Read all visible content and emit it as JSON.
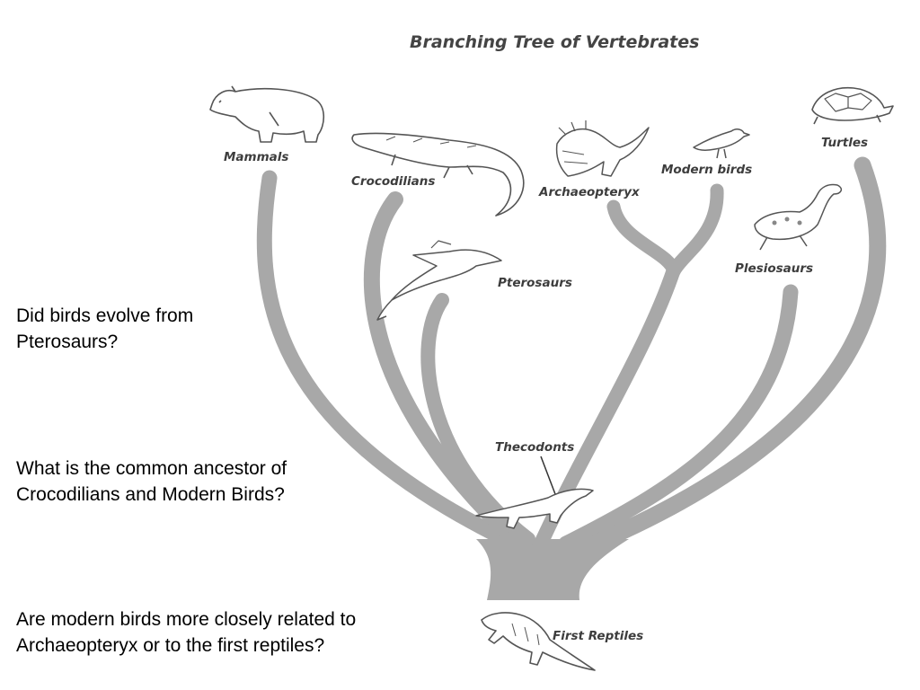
{
  "diagram": {
    "title": "Branching Tree of Vertebrates",
    "colors": {
      "branch": "#a8a8a8",
      "outline": "#555555",
      "text": "#3d3d3d"
    },
    "nodes": {
      "mammals": {
        "label": "Mammals",
        "icon": "bear-icon"
      },
      "crocodilians": {
        "label": "Crocodilians",
        "icon": "crocodile-icon"
      },
      "archaeopteryx": {
        "label": "Archaeopteryx",
        "icon": "archaeopteryx-icon"
      },
      "modern_birds": {
        "label": "Modern birds",
        "icon": "bird-icon"
      },
      "turtles": {
        "label": "Turtles",
        "icon": "turtle-icon"
      },
      "pterosaurs": {
        "label": "Pterosaurs",
        "icon": "pterosaur-icon"
      },
      "plesiosaurs": {
        "label": "Plesiosaurs",
        "icon": "plesiosaur-icon"
      },
      "thecodonts": {
        "label": "Thecodonts",
        "icon": "thecodont-icon"
      },
      "first_reptiles": {
        "label": "First Reptiles",
        "icon": "reptile-icon"
      }
    }
  },
  "questions": {
    "q1": "Did birds evolve from Pterosaurs?",
    "q2": "What is the common ancestor of Crocodilians and Modern Birds?",
    "q3": "Are modern birds more closely related to Archaeopteryx or to the first reptiles?"
  }
}
